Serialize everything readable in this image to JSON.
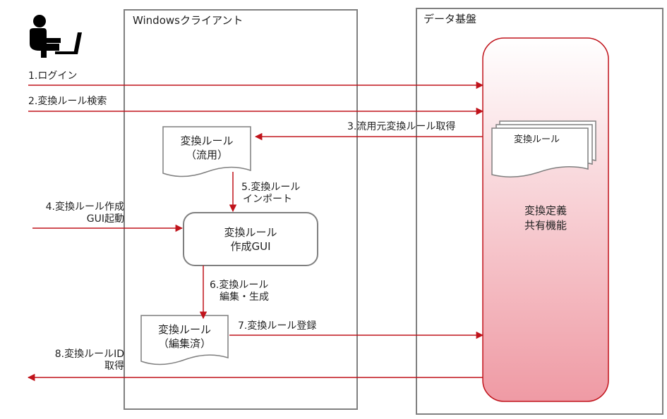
{
  "lanes": {
    "client": "Windowsクライアント",
    "platform": "データ基盤"
  },
  "platform": {
    "function_lines": [
      "変換定義",
      "共有機能"
    ],
    "stored_doc": "変換ルール"
  },
  "docs": {
    "reuse_lines": [
      "変換ルール",
      "（流用）"
    ],
    "edited_lines": [
      "変換ルール",
      "（編集済）"
    ]
  },
  "gui_lines": [
    "変換ルール",
    "作成GUI"
  ],
  "steps": {
    "s1": "1.ログイン",
    "s2": "2.変換ルール検索",
    "s3": "3.流用元変換ルール取得",
    "s4": [
      "4.変換ルール作成",
      "GUI起動"
    ],
    "s5": [
      "5.変換ルール",
      "インポート"
    ],
    "s6": [
      "6.変換ルール",
      "編集・生成"
    ],
    "s7": "7.変換ルール登録",
    "s8": [
      "8.変換ルールID",
      "取得"
    ]
  },
  "colors": {
    "arrow": "#c0131b",
    "lane_border": "#808080",
    "function_fill_top": "#ffffff",
    "function_fill_bottom": "#ef9aa4",
    "function_border": "#c0131b",
    "doc_border": "#7f7f7f"
  },
  "icons": [
    "user-at-computer-icon"
  ]
}
